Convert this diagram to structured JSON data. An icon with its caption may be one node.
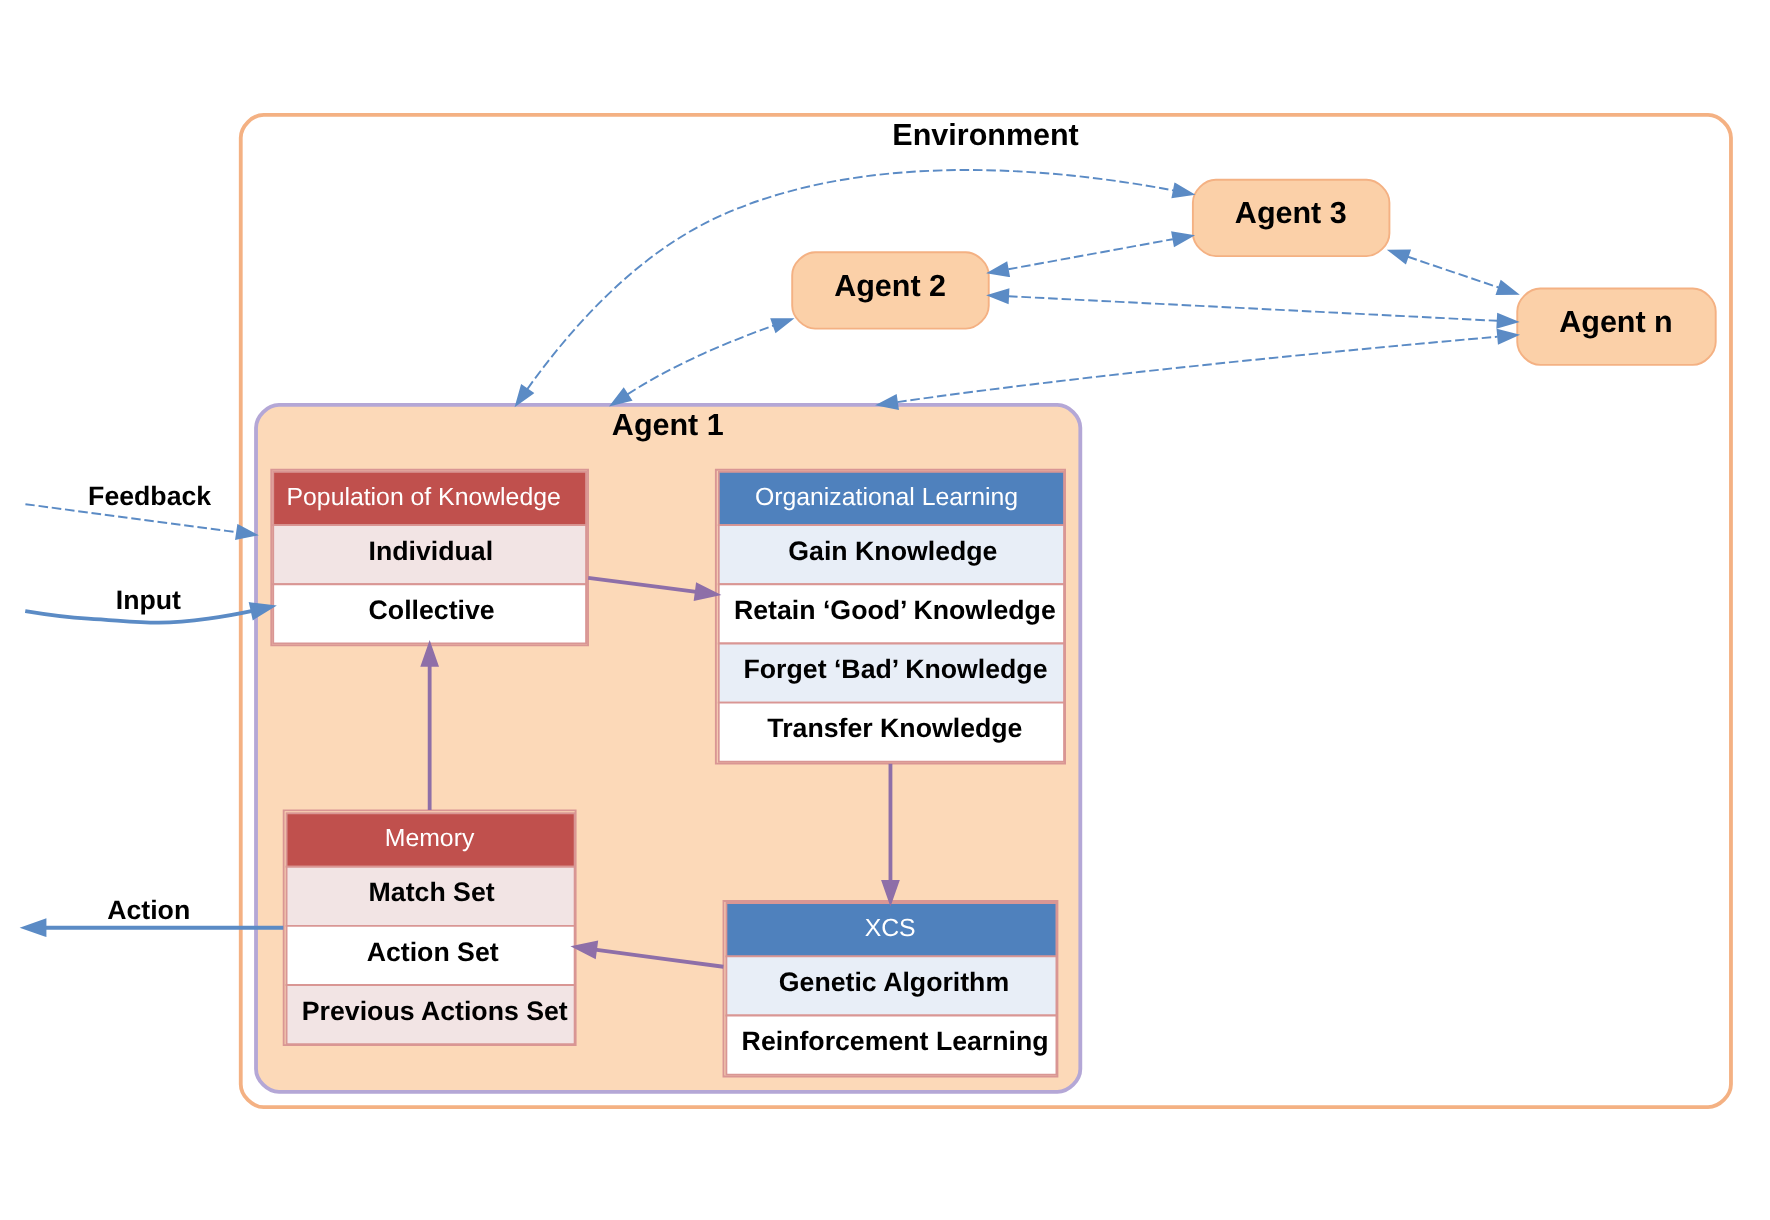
{
  "diagram": {
    "nodes": [
      {
        "text": [
          "Environment"
        ]
      },
      {
        "text": [
          "Agent 1"
        ],
        "in": 0
      },
      {
        "text": [
          "Population of Knowledge",
          "Individual",
          "Collective"
        ],
        "in": 1
      },
      {
        "text": [
          "Organizational Learning",
          "Gain Knowledge",
          "Retain ‘Good’ Knowledge",
          "Forget ‘Bad’ Knowledge",
          "Transfer Knowledge"
        ],
        "in": 1
      },
      {
        "text": [
          "Memory",
          "Match Set",
          "Action Set",
          "Previous Actions Set"
        ],
        "in": 1
      },
      {
        "text": [
          "XCS",
          "Genetic Algorithm",
          "Reinforcement Learning"
        ],
        "in": 1
      },
      {
        "text": [
          "Agent 2"
        ],
        "in": 0
      },
      {
        "text": [
          "Agent 3"
        ],
        "in": 0
      },
      {
        "text": [
          "Agent n"
        ],
        "in": 0
      }
    ],
    "edges": [
      {
        "from": null,
        "to": 2,
        "arrow": "to",
        "label": "Input"
      },
      {
        "from": null,
        "to": 1,
        "arrow": "to",
        "label": "Feedback",
        "style": "dashed"
      },
      {
        "from": 4,
        "to": null,
        "arrow": "to",
        "label": "Action"
      },
      {
        "from": 2,
        "to": 3,
        "arrow": "to",
        "color": "#8e6fa8"
      },
      {
        "from": 3,
        "to": 5,
        "arrow": "to",
        "color": "#8e6fa8"
      },
      {
        "from": 5,
        "to": 4,
        "arrow": "to",
        "color": "#8e6fa8"
      },
      {
        "from": 4,
        "to": 2,
        "arrow": "to",
        "color": "#8e6fa8"
      },
      {
        "from": 1,
        "to": 6,
        "arrow": "both",
        "style": "dashed"
      },
      {
        "from": 1,
        "to": 7,
        "arrow": "both",
        "style": "dashed"
      },
      {
        "from": 1,
        "to": 8,
        "arrow": "both",
        "style": "dashed"
      },
      {
        "from": 6,
        "to": 7,
        "arrow": "both",
        "style": "dashed"
      },
      {
        "from": 7,
        "to": 8,
        "arrow": "both",
        "style": "dashed"
      },
      {
        "from": 6,
        "to": 8,
        "arrow": "both",
        "style": "dashed"
      }
    ]
  }
}
